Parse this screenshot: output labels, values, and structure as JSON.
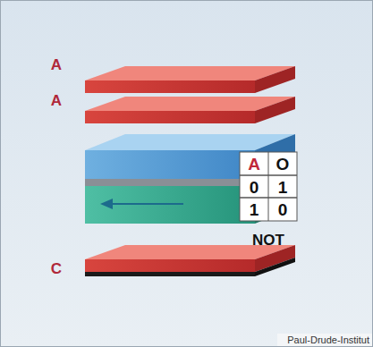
{
  "diagram": {
    "labels": [
      "A",
      "A",
      "C",
      "A",
      "O",
      "0",
      "1",
      "1",
      "0",
      "NOT",
      "Paul-Drude-Institut"
    ]
  }
}
